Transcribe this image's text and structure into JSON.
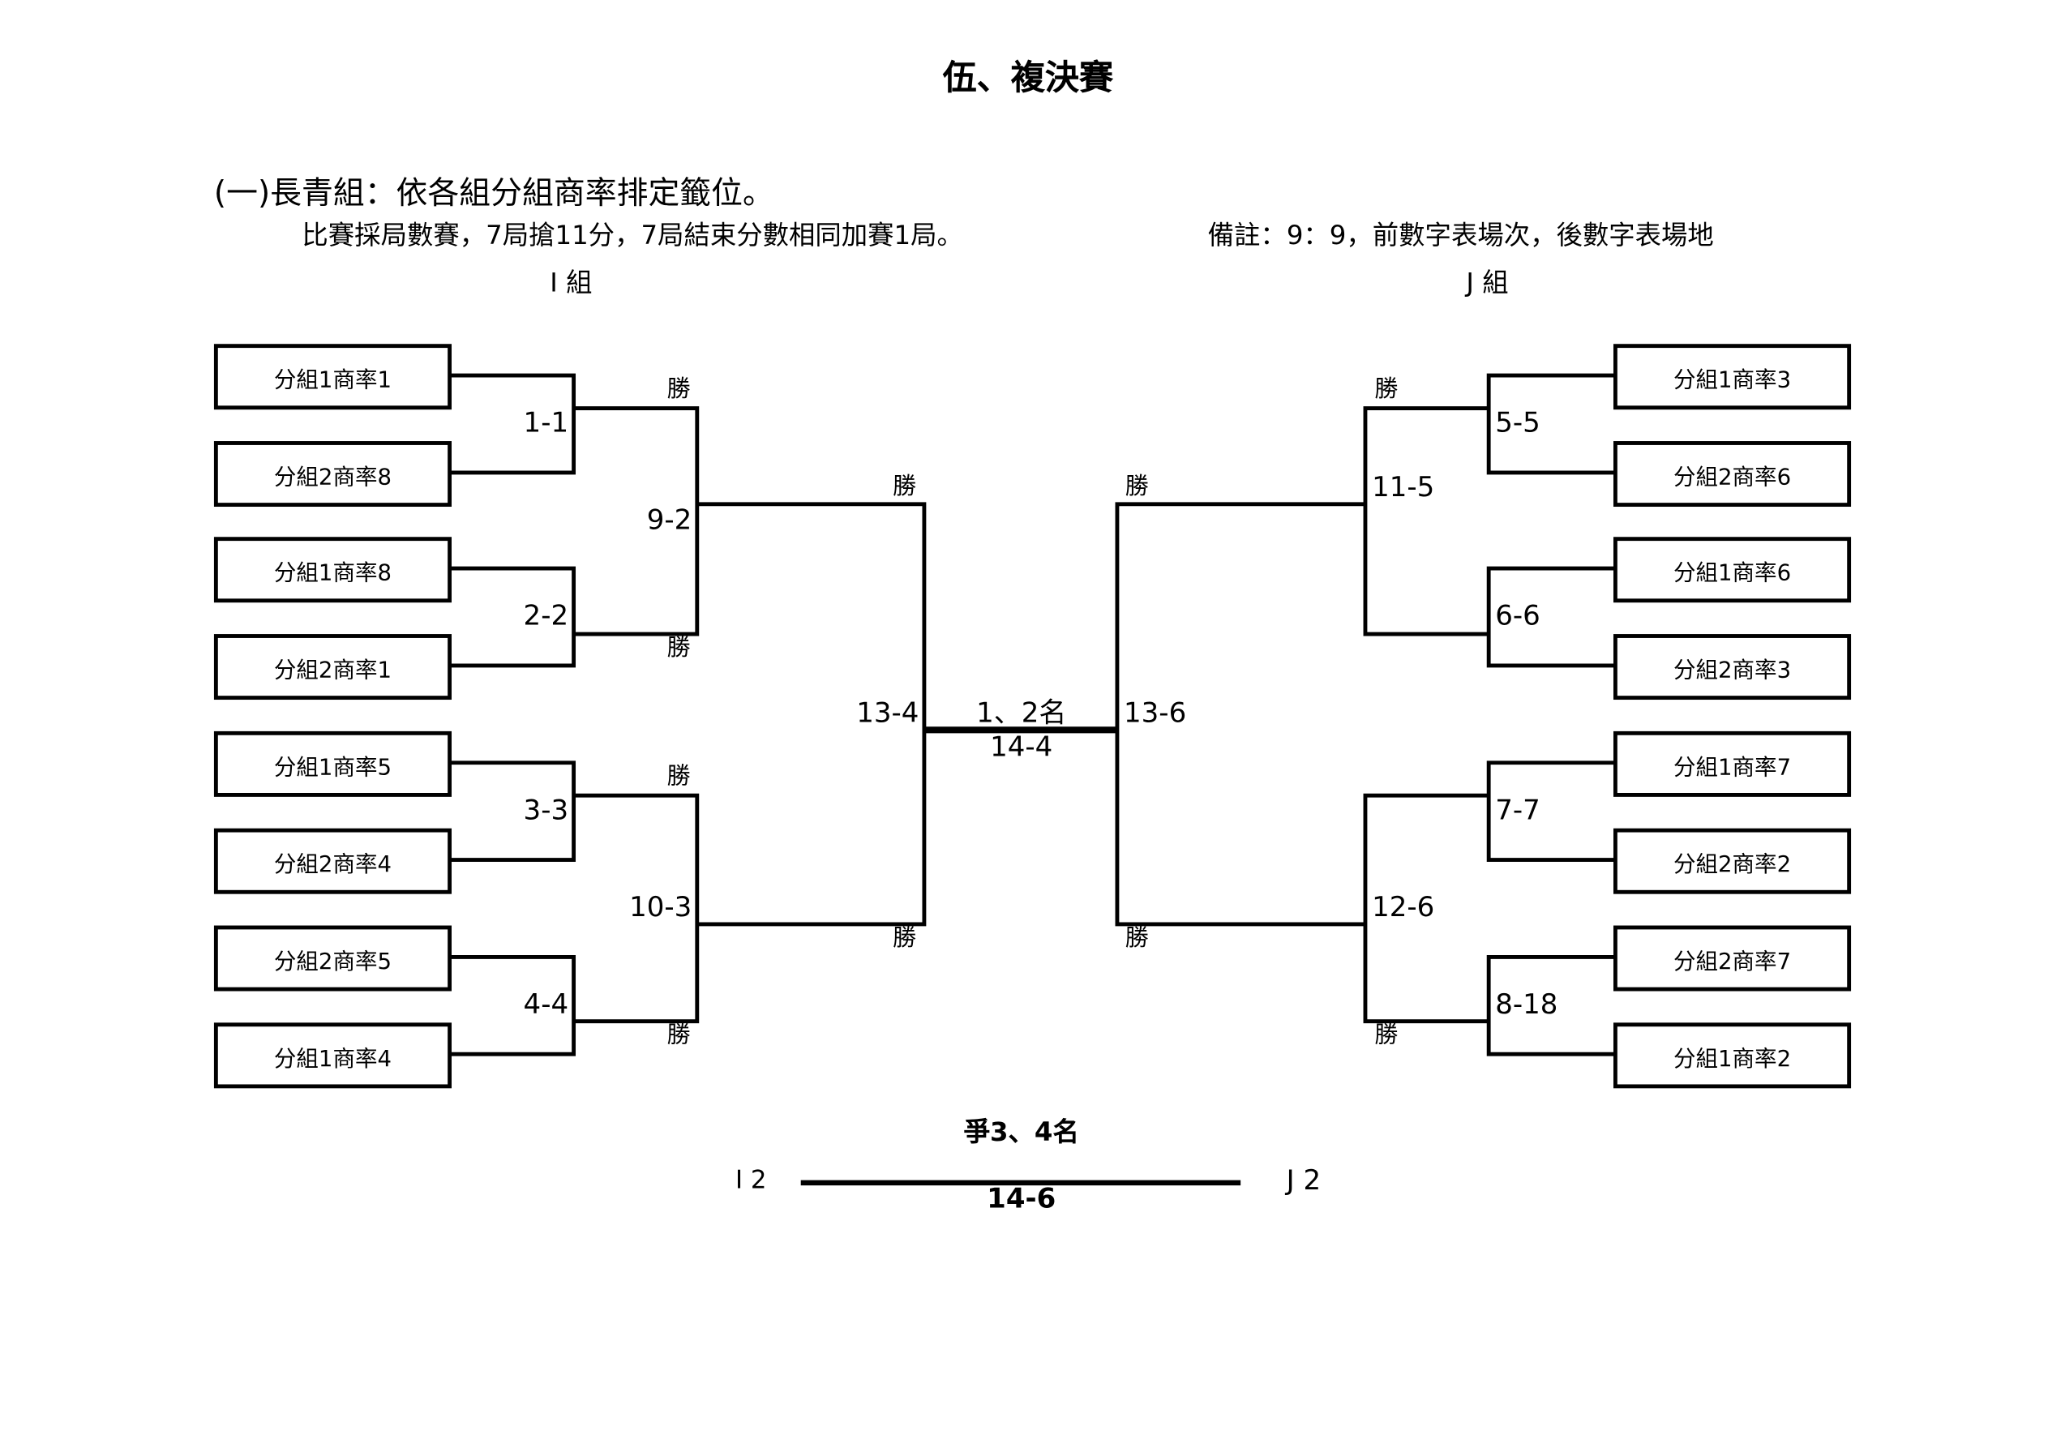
{
  "title": "伍、複決賽",
  "section_heading": "(一)長青組：依各組分組商率排定籤位。",
  "rules": "比賽採局數賽，7局搶11分，7局結束分數相同加賽1局。",
  "note": "備註：9：9，前數字表場次，後數字表場地",
  "groups": {
    "left": "I 組",
    "right": "J 組"
  },
  "left_seeds": [
    "分組1商率1",
    "分組2商率8",
    "分組1商率8",
    "分組2商率1",
    "分組1商率5",
    "分組2商率4",
    "分組2商率5",
    "分組1商率4"
  ],
  "right_seeds": [
    "分組1商率3",
    "分組2商率6",
    "分組1商率6",
    "分組2商率3",
    "分組1商率7",
    "分組2商率2",
    "分組2商率7",
    "分組1商率2"
  ],
  "left_matches": {
    "r1": [
      "1-1",
      "2-2",
      "3-3",
      "4-4"
    ],
    "r2": [
      "9-2",
      "10-3"
    ],
    "semi": "13-4"
  },
  "right_matches": {
    "r1": [
      "5-5",
      "6-6",
      "7-7",
      "8-18"
    ],
    "r2": [
      "11-5",
      "12-6"
    ],
    "semi": "13-6"
  },
  "win_label": "勝",
  "final": {
    "label": "1、2名",
    "match": "14-4"
  },
  "third_place": {
    "label": "爭3、4名",
    "left": "I 2",
    "right": "J 2",
    "match": "14-6"
  }
}
